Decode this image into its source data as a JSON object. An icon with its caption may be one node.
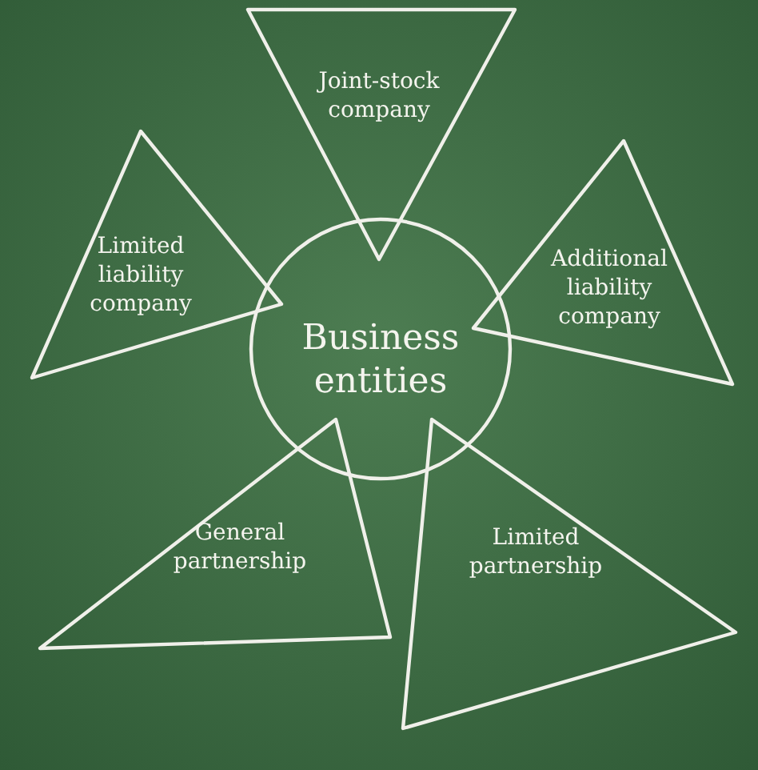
{
  "diagram": {
    "nodes": [
      {
        "text": [
          "Joint-stock company"
        ]
      },
      {
        "text": [
          "Limited liability company"
        ]
      },
      {
        "text": [
          "Business entities"
        ]
      },
      {
        "text": [
          "Additional liability company"
        ]
      },
      {
        "text": [
          "General partnership"
        ]
      },
      {
        "text": [
          "Limited partnership"
        ]
      }
    ]
  }
}
